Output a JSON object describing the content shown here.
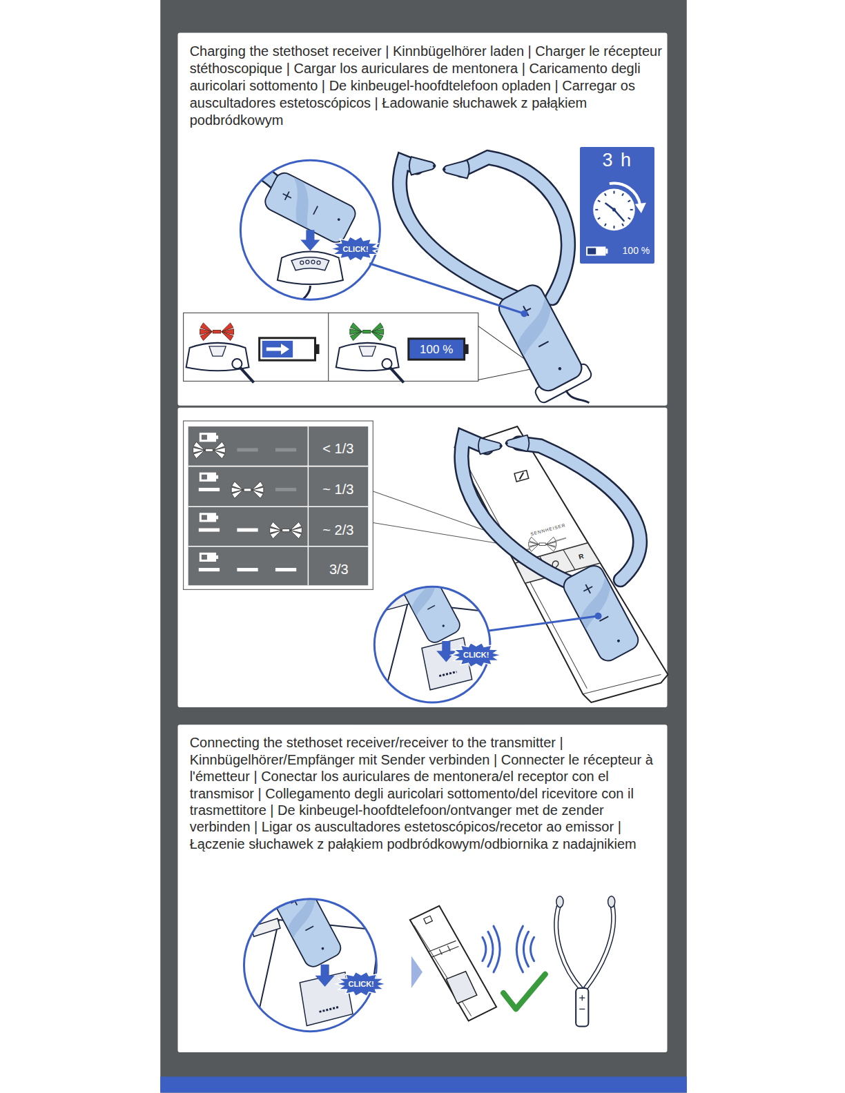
{
  "diagram": {
    "nodes": [
      {
        "text": [
          "Charging the stethoset receiver | Kinnbügelhörer laden | Charger le récepteur stéthoscopique | Cargar los auriculares de mentonera | Caricamento degli auricolari sottomento | De kinbeugel-hoofdtelefoon opladen | Carregar os auscultadores estetoscópicos | Ładowanie słuchawek z pałąkiem podbródkowym"
        ]
      },
      {
        "text": [
          "3 h",
          "100 %"
        ],
        "in": 0
      },
      {
        "text": [
          "Connecting the stethoset receiver/receiver to the transmitter | Kinnbügelhörer/Empfänger mit Sender verbinden | Connecter le récepteur à l'émetteur | Conectar los auriculares de mentonera/el receptor con el transmisor | Collegamento degli auricolari sottomento/del ricevitore con il trasmettitore | De kinbeugel-hoofdtelefoon/ontvanger met de zender verbinden | Ligar os auscultadores estetoscópicos/recetor ao emissor | Łączenie słuchawek z pałąkiem podbródkowym/odbiornika z nadajnikiem"
        ]
      }
    ],
    "labels": [
      "CLICK!",
      "100 %",
      "< 1/3",
      "~ 1/3",
      "~ 2/3",
      "3/3",
      "SENNHEISER",
      "R",
      "CLICK!",
      "CLICK!"
    ]
  }
}
